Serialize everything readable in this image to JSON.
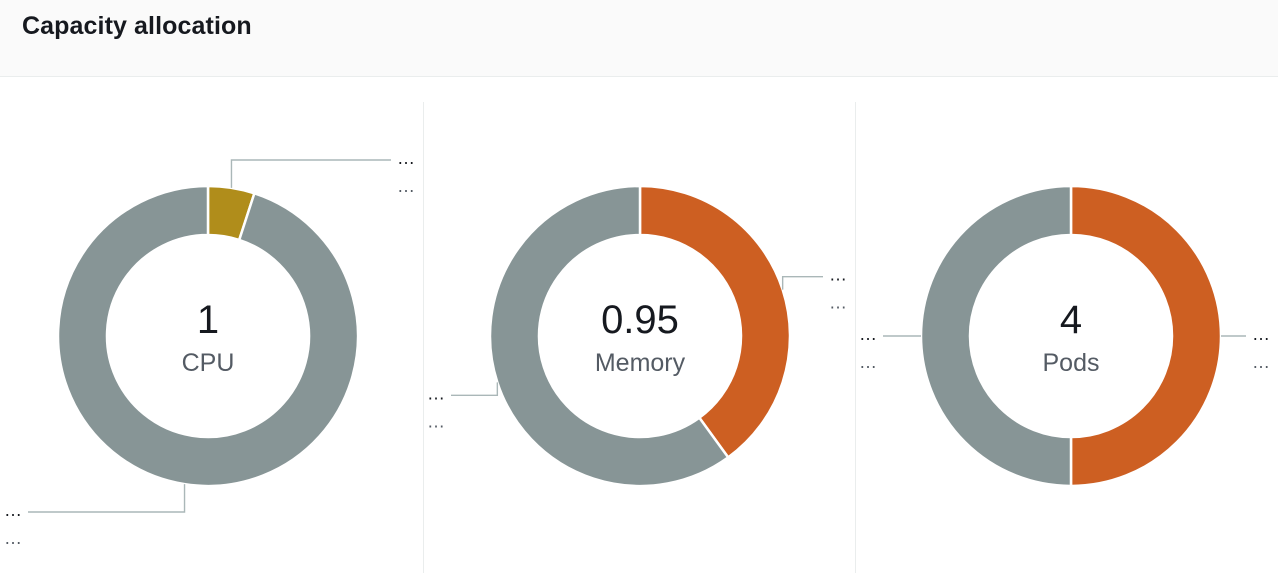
{
  "header": {
    "title": "Capacity allocation"
  },
  "colors": {
    "available": "#879596",
    "cpu_allocated": "#b08d1b",
    "allocated": "#cd5f22"
  },
  "chart_data": [
    {
      "type": "pie",
      "style": "donut",
      "center_value": "1",
      "center_label": "CPU",
      "segments": [
        {
          "value": 0.05,
          "color": "#b08d1b",
          "label": "…",
          "sublabel": "…"
        },
        {
          "value": 0.95,
          "color": "#879596",
          "label": "…",
          "sublabel": "…"
        }
      ]
    },
    {
      "type": "pie",
      "style": "donut",
      "center_value": "0.95",
      "center_label": "Memory",
      "segments": [
        {
          "value": 0.4,
          "color": "#cd5f22",
          "label": "…",
          "sublabel": "…"
        },
        {
          "value": 0.6,
          "color": "#879596",
          "label": "…",
          "sublabel": "…"
        }
      ]
    },
    {
      "type": "pie",
      "style": "donut",
      "center_value": "4",
      "center_label": "Pods",
      "segments": [
        {
          "value": 0.5,
          "color": "#cd5f22",
          "label": "…",
          "sublabel": "…"
        },
        {
          "value": 0.5,
          "color": "#879596",
          "label": "…",
          "sublabel": "…"
        }
      ]
    }
  ]
}
